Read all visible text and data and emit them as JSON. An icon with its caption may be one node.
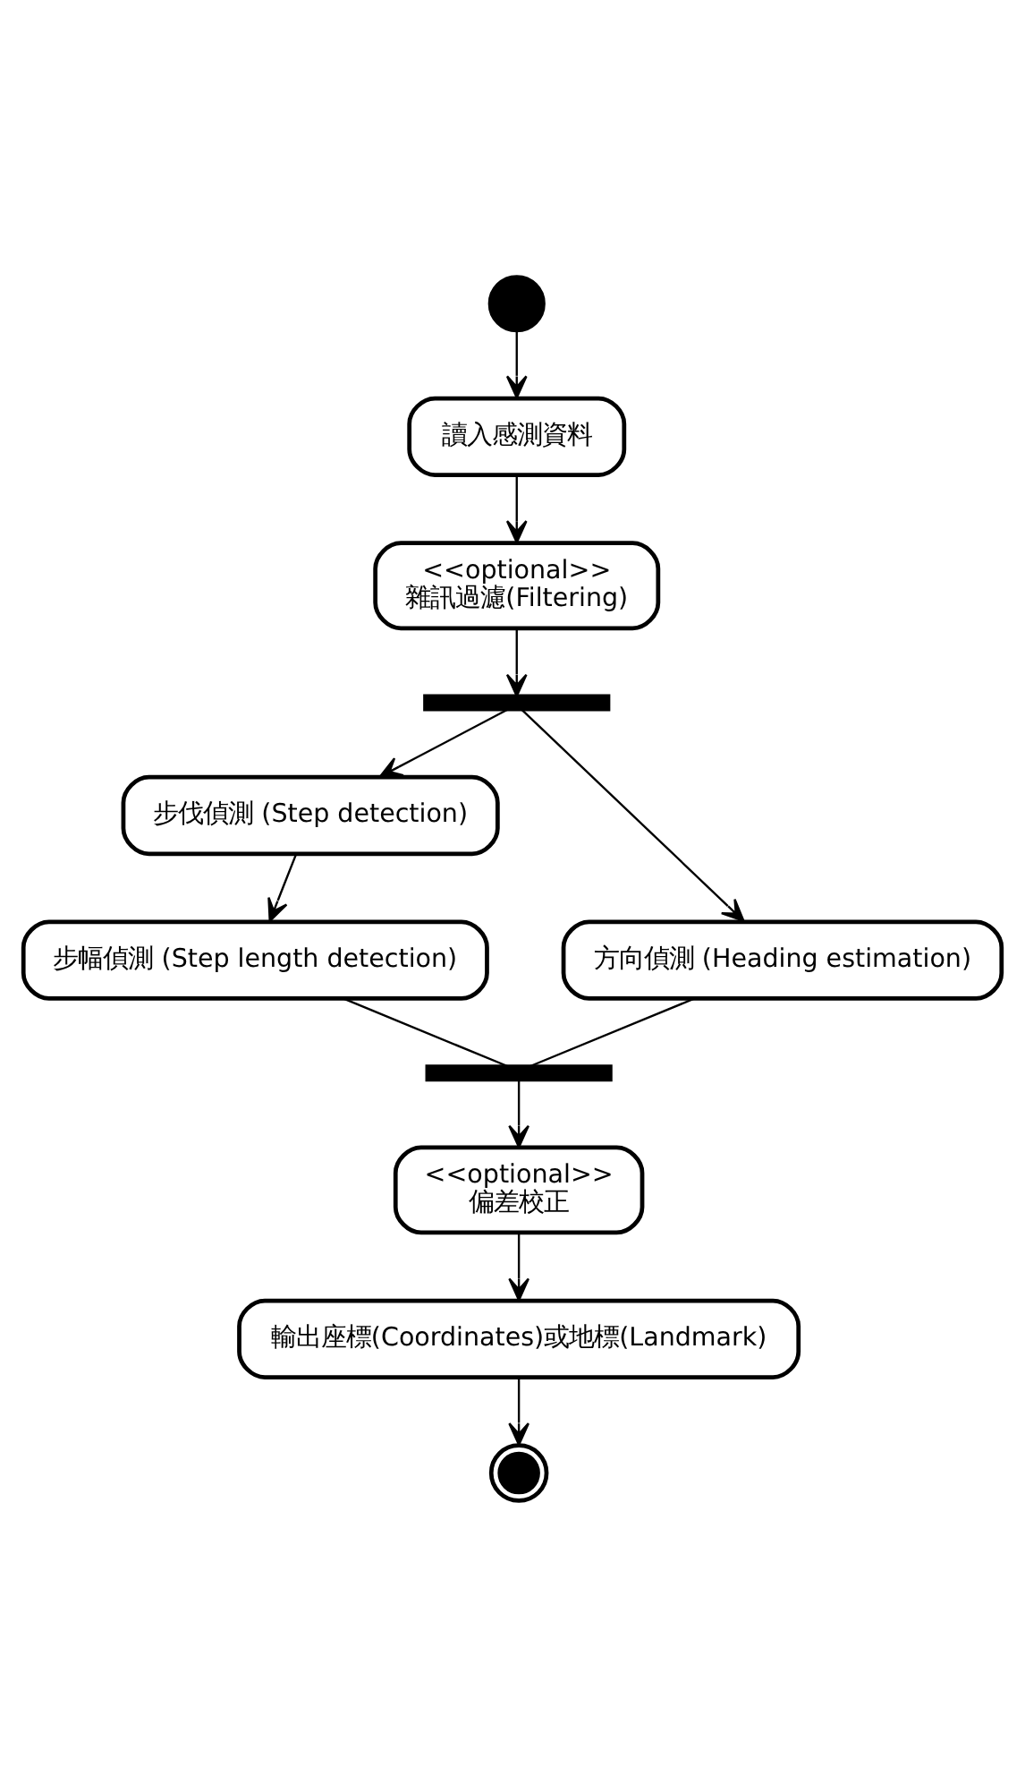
{
  "diagram": {
    "nodes": [
      {
        "text": [],
        "shape": "circle"
      },
      {
        "text": [
          "讀入感測資料"
        ]
      },
      {
        "text": [
          "<<optional>>",
          "雜訊過濾(Filtering)"
        ]
      },
      {
        "text": [],
        "shape": "bar"
      },
      {
        "text": [
          "步伐偵測 (Step detection)"
        ]
      },
      {
        "text": [
          "方向偵測 (Heading estimation)"
        ]
      },
      {
        "text": [
          "步幅偵測 (Step length detection)"
        ]
      },
      {
        "text": [],
        "shape": "bar"
      },
      {
        "text": [
          "<<optional>>",
          "偏差校正"
        ]
      },
      {
        "text": [
          "輸出座標(Coordinates)或地標(Landmark)"
        ]
      },
      {
        "text": [],
        "shape": "bullseye"
      }
    ],
    "edges": [
      {
        "from": 0,
        "to": 1,
        "arrow": "to"
      },
      {
        "from": 1,
        "to": 2,
        "arrow": "to"
      },
      {
        "from": 2,
        "to": 3,
        "arrow": "to"
      },
      {
        "from": 3,
        "to": 5,
        "arrow": "to"
      },
      {
        "from": 3,
        "to": 4,
        "arrow": "to"
      },
      {
        "from": 4,
        "to": 6,
        "arrow": "to"
      },
      {
        "from": 5,
        "to": 7,
        "arrow": "none"
      },
      {
        "from": 6,
        "to": 7,
        "arrow": "none"
      },
      {
        "from": 7,
        "to": 8,
        "arrow": "to"
      },
      {
        "from": 8,
        "to": 9,
        "arrow": "to"
      },
      {
        "from": 9,
        "to": 10,
        "arrow": "to"
      }
    ]
  }
}
